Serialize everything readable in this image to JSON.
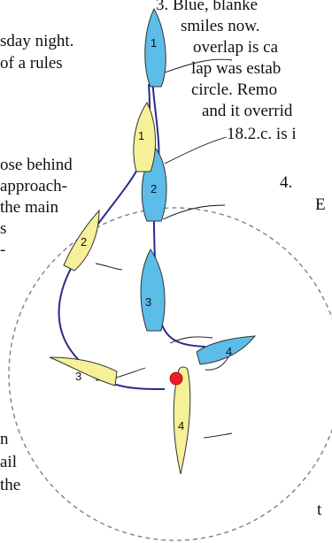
{
  "left_text": [
    "sday night.",
    "of a rules",
    "ose behind",
    "approach-",
    "the main",
    "s",
    "-",
    "n",
    "ail",
    "the"
  ],
  "right_text": [
    "3. Blue, blanke",
    "smiles now.",
    "overlap is ca",
    "lap was estab",
    "circle.  Remo",
    "and it overrid",
    "18.2.c. is i",
    "4.",
    "E",
    "t"
  ],
  "boats": {
    "blue": [
      "1",
      "2",
      "3",
      "4"
    ],
    "yellow": [
      "1",
      "2",
      "3",
      "4"
    ]
  },
  "colors": {
    "blue_boat": "#5bbde8",
    "yellow_boat": "#f6f098",
    "track": "#2b2c8c",
    "mark": "#e8202a",
    "circle": "#777777"
  }
}
